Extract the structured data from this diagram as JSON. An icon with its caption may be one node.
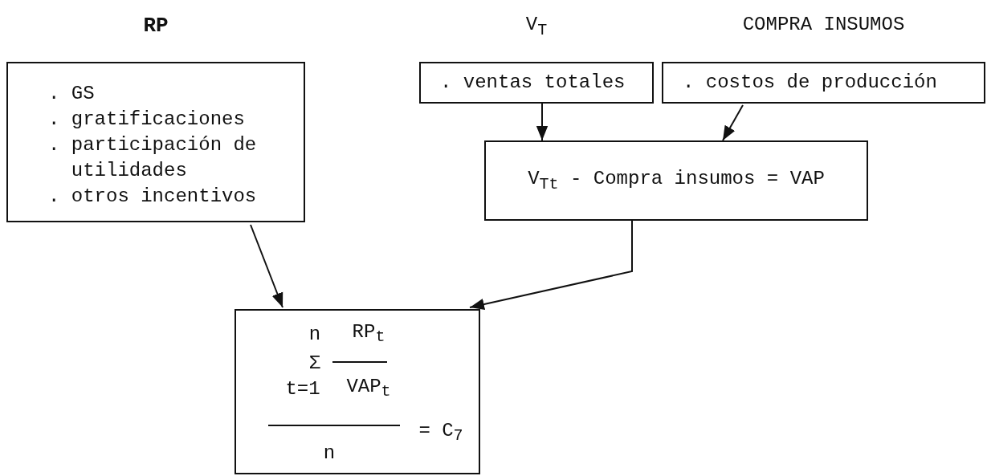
{
  "diagram": {
    "nodes": [
      {
        "text": [
          "RP",
          ". GS",
          ". gratificaciones",
          ". participación de utilidades",
          ". otros incentivos"
        ]
      },
      {
        "text": [
          "V$_{T}$",
          ". ventas totales"
        ]
      },
      {
        "text": [
          "COMPRA INSUMOS",
          ". costos de producción"
        ]
      },
      {
        "text": [
          "V$_{T}$$_{t}$ - Compra insumos = VAP"
        ]
      },
      {
        "text": [
          "n",
          "Σ",
          "t=1",
          "RP$_{t}$",
          "VAP$_{t}$",
          "n",
          "= C$_{7}$"
        ]
      }
    ],
    "edges": [
      {
        "from": 1,
        "to": 3,
        "arrow": "to"
      },
      {
        "from": 2,
        "to": 3,
        "arrow": "to"
      },
      {
        "from": 0,
        "to": 4,
        "arrow": "to"
      },
      {
        "from": 3,
        "to": 4,
        "arrow": "to"
      }
    ]
  }
}
